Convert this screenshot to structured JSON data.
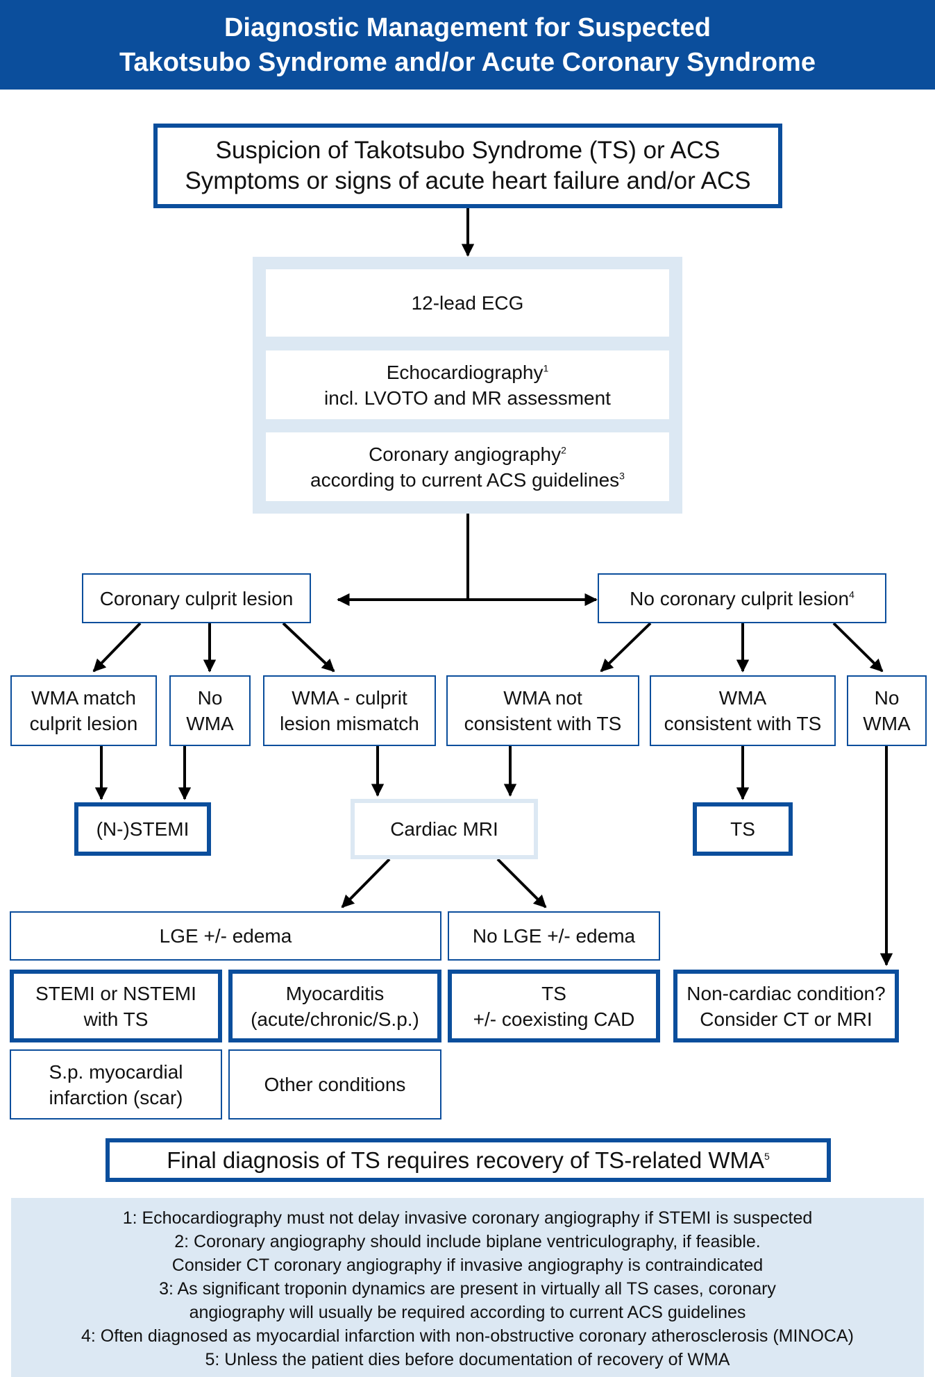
{
  "title": {
    "line1": "Diagnostic Management for Suspected",
    "line2": "Takotsubo Syndrome and/or Acute Coronary Syndrome"
  },
  "suspicion": {
    "line1": "Suspicion of Takotsubo Syndrome (TS) or ACS",
    "line2": "Symptoms or signs of acute heart failure and/or ACS"
  },
  "workup": {
    "ecg": "12-lead ECG",
    "echo_line1": "Echocardiography",
    "echo_sup": "1",
    "echo_line2": "incl. LVOTO and MR assessment",
    "angio_line1": "Coronary angiography",
    "angio_sup": "2",
    "angio_line2": "according to current ACS guidelines",
    "angio_sup2": "3"
  },
  "branches": {
    "culprit": "Coronary culprit lesion",
    "no_culprit": "No coronary culprit lesion",
    "no_culprit_sup": "4"
  },
  "findings": {
    "wma_match_1": "WMA match",
    "wma_match_2": "culprit lesion",
    "no_wma_a_1": "No",
    "no_wma_a_2": "WMA",
    "mismatch_1": "WMA - culprit",
    "mismatch_2": "lesion mismatch",
    "not_consistent_1": "WMA not",
    "not_consistent_2": "consistent with TS",
    "consistent_1": "WMA",
    "consistent_2": "consistent with TS",
    "no_wma_b_1": "No",
    "no_wma_b_2": "WMA"
  },
  "outcomes": {
    "stemi": "(N-)STEMI",
    "cardiac_mri": "Cardiac MRI",
    "ts": "TS"
  },
  "mri_results": {
    "lge": "LGE +/- edema",
    "no_lge": "No LGE +/- edema"
  },
  "diagnoses": {
    "stemi_ts_1": "STEMI or NSTEMI",
    "stemi_ts_2": "with TS",
    "myocarditis_1": "Myocarditis",
    "myocarditis_2": "(acute/chronic/S.p.)",
    "ts_cad_1": "TS",
    "ts_cad_2": "+/- coexisting CAD",
    "noncardiac_1": "Non-cardiac condition?",
    "noncardiac_2": "Consider CT or MRI",
    "sp_mi_1": "S.p. myocardial",
    "sp_mi_2": "infarction (scar)",
    "other": "Other conditions"
  },
  "final": {
    "text": "Final diagnosis of TS requires recovery of TS-related WMA",
    "sup": "5"
  },
  "footnotes": [
    "1: Echocardiography must not delay invasive coronary angiography if STEMI is suspected",
    "2: Coronary angiography should include biplane ventriculography, if feasible.",
    "Consider CT coronary angiography if invasive angiography is contraindicated",
    "3: As significant troponin dynamics are present in virtually all TS cases, coronary",
    "angiography will usually be required according to current ACS guidelines",
    "4: Often diagnosed as myocardial infarction with non-obstructive coronary atherosclerosis (MINOCA)",
    "5: Unless the patient dies before documentation of recovery of WMA"
  ],
  "colors": {
    "primary_blue": "#0b4e9c",
    "light_blue": "#dce8f3"
  }
}
